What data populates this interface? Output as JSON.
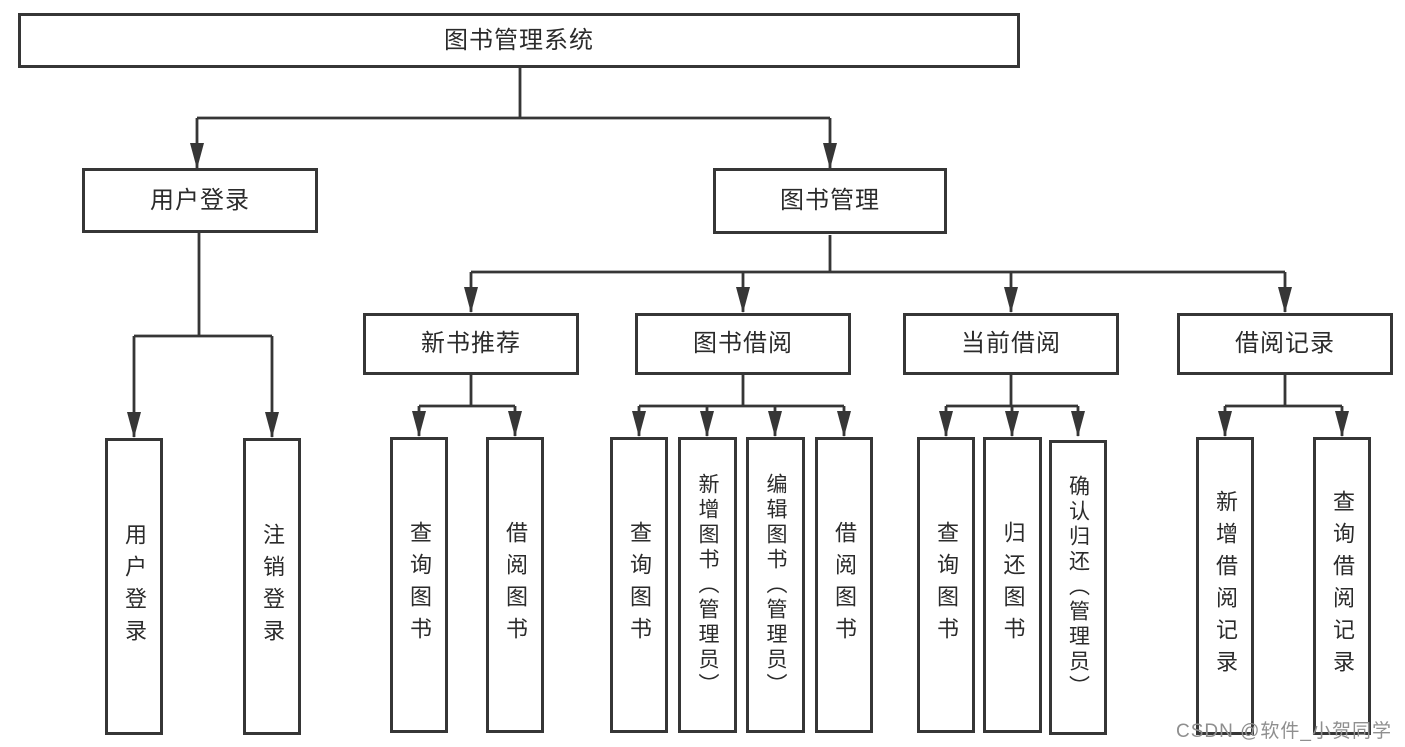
{
  "colors": {
    "line": "#363636",
    "box_border": "#363636",
    "text": "#2b2b2b",
    "watermark": "#8f8f8f",
    "background": "#ffffff"
  },
  "watermark": {
    "text": "CSDN @软件_小贺同学"
  },
  "tree": {
    "label": "图书管理系统",
    "children": [
      {
        "label": "用户登录",
        "children": [
          {
            "label": "用户登录"
          },
          {
            "label": "注销登录"
          }
        ]
      },
      {
        "label": "图书管理",
        "children": [
          {
            "label": "新书推荐",
            "children": [
              {
                "label": "查询图书"
              },
              {
                "label": "借阅图书"
              }
            ]
          },
          {
            "label": "图书借阅",
            "children": [
              {
                "label": "查询图书"
              },
              {
                "label": "新增图书（管理员）"
              },
              {
                "label": "编辑图书（管理员）"
              },
              {
                "label": "借阅图书"
              }
            ]
          },
          {
            "label": "当前借阅",
            "children": [
              {
                "label": "查询图书"
              },
              {
                "label": "归还图书"
              },
              {
                "label": "确认归还（管理员）"
              }
            ]
          },
          {
            "label": "借阅记录",
            "children": [
              {
                "label": "新增借阅记录"
              },
              {
                "label": "查询借阅记录"
              }
            ]
          }
        ]
      }
    ]
  }
}
